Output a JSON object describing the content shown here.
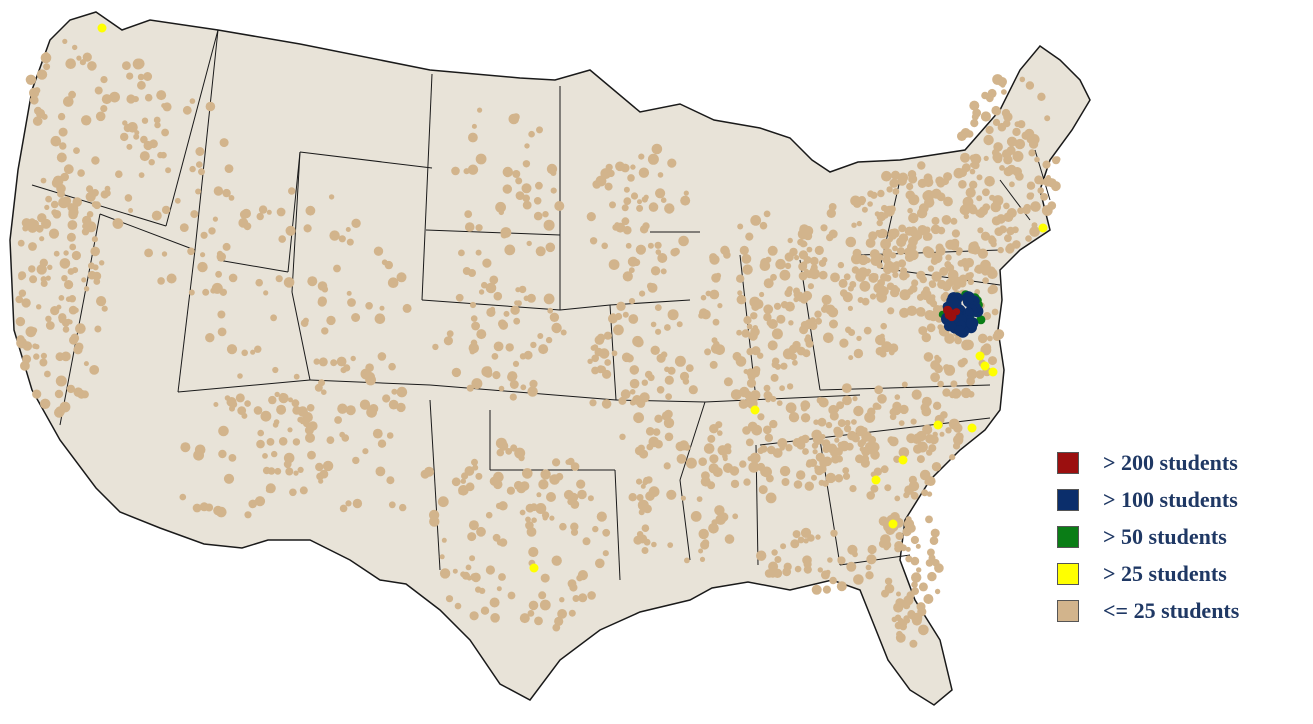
{
  "map": {
    "region": "Contiguous United States",
    "land_color": "#e8e3d8",
    "border_color": "#1a1a1a",
    "water_color": "#ffffff"
  },
  "legend": {
    "items": [
      {
        "label": "> 200 students",
        "color": "#9b0f0f"
      },
      {
        "label": "> 100 students",
        "color": "#0b2e6b"
      },
      {
        "label": "> 50 students",
        "color": "#0a7d16"
      },
      {
        "label": "> 25 students",
        "color": "#ffff00"
      },
      {
        "label": "<= 25 students",
        "color": "#d2b48c"
      }
    ]
  }
}
